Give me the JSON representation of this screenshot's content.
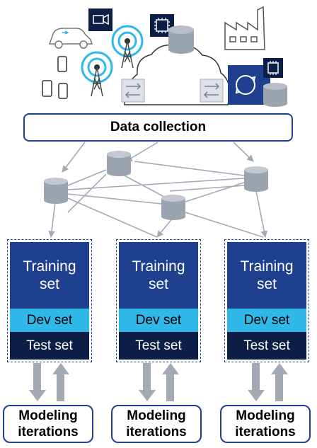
{
  "colors": {
    "primary": "#1f3f8f",
    "dev_set": "#2fb8e8",
    "test_set": "#0d1f47",
    "cylinder": "#9aa3b0",
    "connector": "#a3aab5"
  },
  "sources": {
    "icons": [
      "car-icon",
      "video-camera-icon",
      "cell-tower-icon",
      "chip-icon",
      "database-icon",
      "factory-icon",
      "cloud-icon",
      "switch-icon",
      "smartphone-icon",
      "tablet-icon",
      "sync-icon"
    ]
  },
  "data_collection": {
    "label": "Data collection"
  },
  "splits": [
    {
      "training": "Training\nset",
      "dev": "Dev set",
      "test": "Test set"
    },
    {
      "training": "Training\nset",
      "dev": "Dev set",
      "test": "Test set"
    },
    {
      "training": "Training\nset",
      "dev": "Dev set",
      "test": "Test set"
    }
  ],
  "modeling": [
    {
      "label": "Modeling\niterations"
    },
    {
      "label": "Modeling\niterations"
    },
    {
      "label": "Modeling\niterations"
    }
  ]
}
